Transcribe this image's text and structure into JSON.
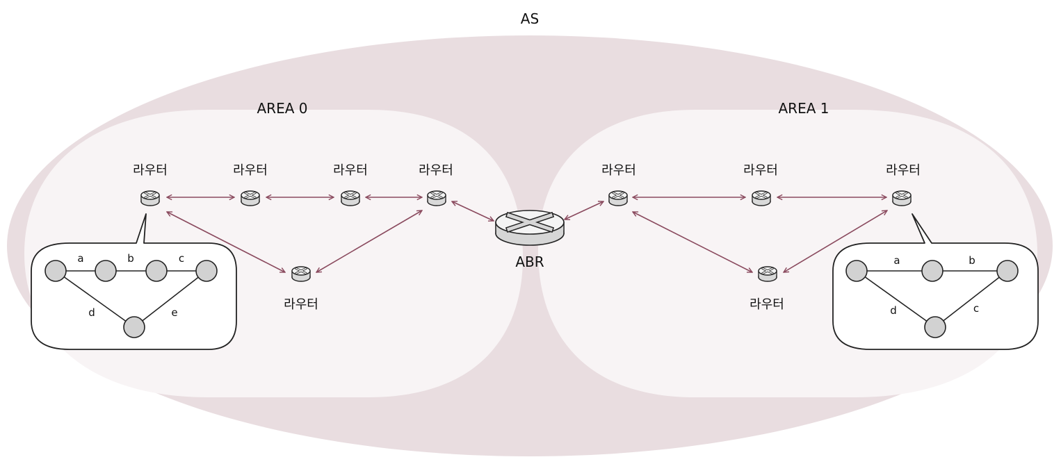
{
  "as_label": "AS",
  "areas": [
    {
      "label": "AREA 0"
    },
    {
      "label": "AREA 1"
    }
  ],
  "router_label": "라우터",
  "abr_label": "ABR",
  "colors": {
    "as_fill": "#e9dde0",
    "area_fill": "#f8f4f5",
    "link": "#8a4a5e",
    "node_fill": "#d2d2d2",
    "outline": "#222222"
  },
  "icons": [
    "router-icon",
    "abr-router-icon",
    "speech-bubble"
  ],
  "topology_area0": {
    "links": [
      "a",
      "b",
      "c",
      "d",
      "e"
    ]
  },
  "topology_area1": {
    "links": [
      "a",
      "b",
      "c",
      "d"
    ]
  }
}
